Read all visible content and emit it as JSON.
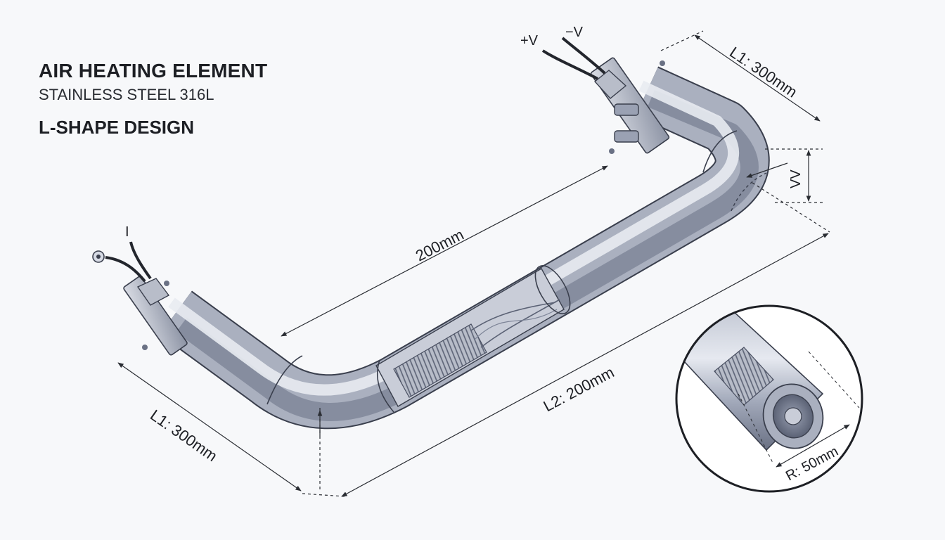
{
  "title": {
    "main": "AIR HEATING ELEMENT",
    "material": "STAINLESS STEEL 316L",
    "design": "L-SHAPE DESIGN"
  },
  "terminals": {
    "positive": "+V",
    "negative": "−V",
    "left_mark": "I"
  },
  "dimensions": {
    "l1_top": "L1: 300mm",
    "l1_bottom": "L1: 300mm",
    "mid_span": "200mm",
    "l2": "L2: 200mm",
    "vertical": "VV",
    "radius": "R: 50mm"
  },
  "colors": {
    "background": "#f7f8fa",
    "tube_light": "#d6dae4",
    "tube_mid": "#9aa1b3",
    "tube_dark": "#5b6275",
    "outline": "#3a3f4d",
    "coil": "#6f7588"
  }
}
